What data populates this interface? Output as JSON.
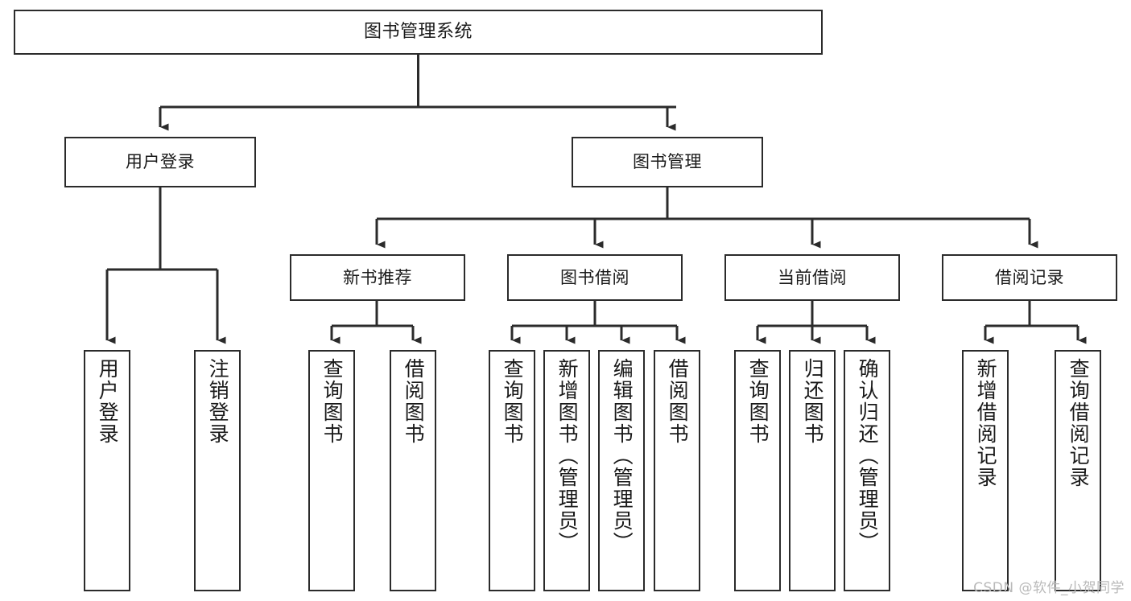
{
  "diagram": {
    "title": "图书管理系统",
    "watermark": "CSDN @软件_小贺同学",
    "colors": {
      "background": "#ffffff",
      "box_border": "#2b2b2b",
      "box_fill": "#ffffff",
      "connector": "#2b2b2b",
      "text": "#1a1a1a",
      "watermark": "#b9b9b9"
    },
    "nodes": {
      "root": {
        "label": "图书管理系统"
      },
      "level1": [
        {
          "label": "用户登录"
        },
        {
          "label": "图书管理"
        }
      ],
      "level2": [
        {
          "label": "新书推荐"
        },
        {
          "label": "图书借阅"
        },
        {
          "label": "当前借阅"
        },
        {
          "label": "借阅记录"
        }
      ],
      "leaves": {
        "user_login": [
          {
            "label": "用户登录"
          },
          {
            "label": "注销登录"
          }
        ],
        "new_book_recommend": [
          {
            "label": "查询图书"
          },
          {
            "label": "借阅图书"
          }
        ],
        "book_borrow": [
          {
            "label": "查询图书"
          },
          {
            "label": "新增图书（管理员）"
          },
          {
            "label": "编辑图书（管理员）"
          },
          {
            "label": "借阅图书"
          }
        ],
        "current_borrow": [
          {
            "label": "查询图书"
          },
          {
            "label": "归还图书"
          },
          {
            "label": "确认归还（管理员）"
          }
        ],
        "borrow_record": [
          {
            "label": "新增借阅记录"
          },
          {
            "label": "查询借阅记录"
          }
        ]
      }
    }
  }
}
